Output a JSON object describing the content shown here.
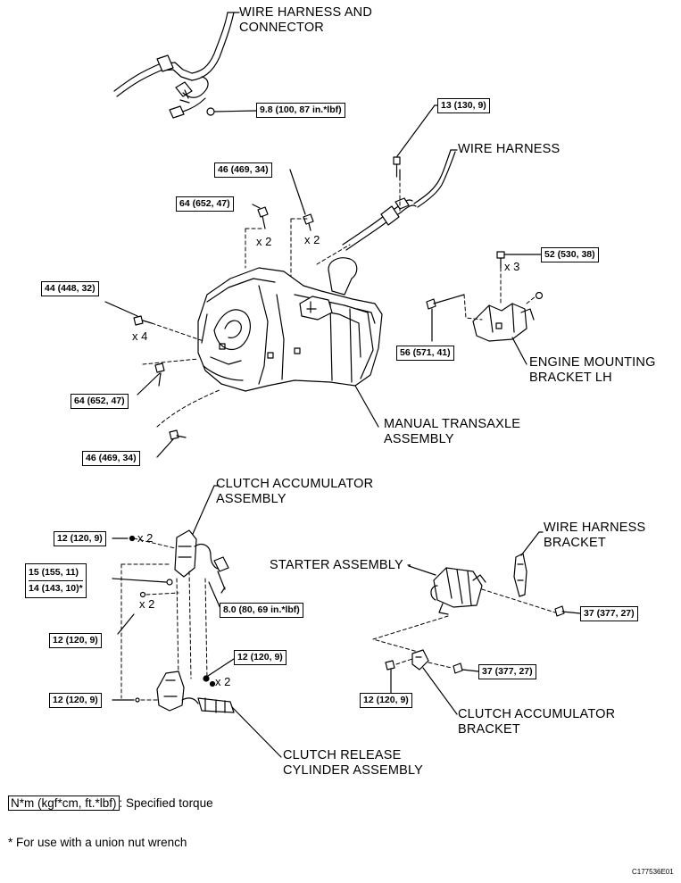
{
  "labels": {
    "wire_harness_connector": [
      "WIRE HARNESS AND",
      "CONNECTOR"
    ],
    "wire_harness": "WIRE HARNESS",
    "engine_mounting_bracket": [
      "ENGINE MOUNTING",
      "BRACKET LH"
    ],
    "manual_transaxle": [
      "MANUAL TRANSAXLE",
      "ASSEMBLY"
    ],
    "clutch_accumulator": [
      "CLUTCH ACCUMULATOR",
      "ASSEMBLY"
    ],
    "wire_harness_bracket": [
      "WIRE HARNESS",
      "BRACKET"
    ],
    "starter_assembly": "STARTER ASSEMBLY",
    "clutch_accumulator_bracket": [
      "CLUTCH ACCUMULATOR",
      "BRACKET"
    ],
    "clutch_release_cylinder": [
      "CLUTCH RELEASE",
      "CYLINDER ASSEMBLY"
    ]
  },
  "torques": {
    "t_connector": "9.8 (100, 87 in.*lbf)",
    "t_harness": "13 (130, 9)",
    "t_top_46": "46 (469, 34)",
    "t_top_64": "64 (652, 47)",
    "t_mount_52": "52 (530, 38)",
    "t_left_44": "44 (448, 32)",
    "t_mount_56": "56 (571, 41)",
    "t_left_64": "64 (652, 47)",
    "t_bottom_46": "46 (469, 34)",
    "t_acc_12a": "12 (120, 9)",
    "t_acc_15": "15 (155, 11)",
    "t_acc_14": "14 (143, 10)*",
    "t_acc_12b": "12 (120, 9)",
    "t_pipe_80": "8.0 (80, 69 in.*lbf)",
    "t_cyl_12c": "12 (120, 9)",
    "t_cyl_12d": "12 (120, 9)",
    "t_starter_37a": "37 (377, 27)",
    "t_starter_37b": "37 (377, 27)",
    "t_bracket_12e": "12 (120, 9)"
  },
  "multipliers": {
    "m_top64": "x 2",
    "m_top46": "x 2",
    "m_mount52": "x 3",
    "m_left44": "x 4",
    "m_acc12a": "x 2",
    "m_acc12b": "x 2",
    "m_cyl12": "x 2"
  },
  "legend": {
    "unit_box": "N*m (kgf*cm, ft.*lbf)",
    "unit_text": ": Specified torque",
    "footnote": "* For use with a union nut wrench",
    "figure_code": "C177536E01"
  }
}
